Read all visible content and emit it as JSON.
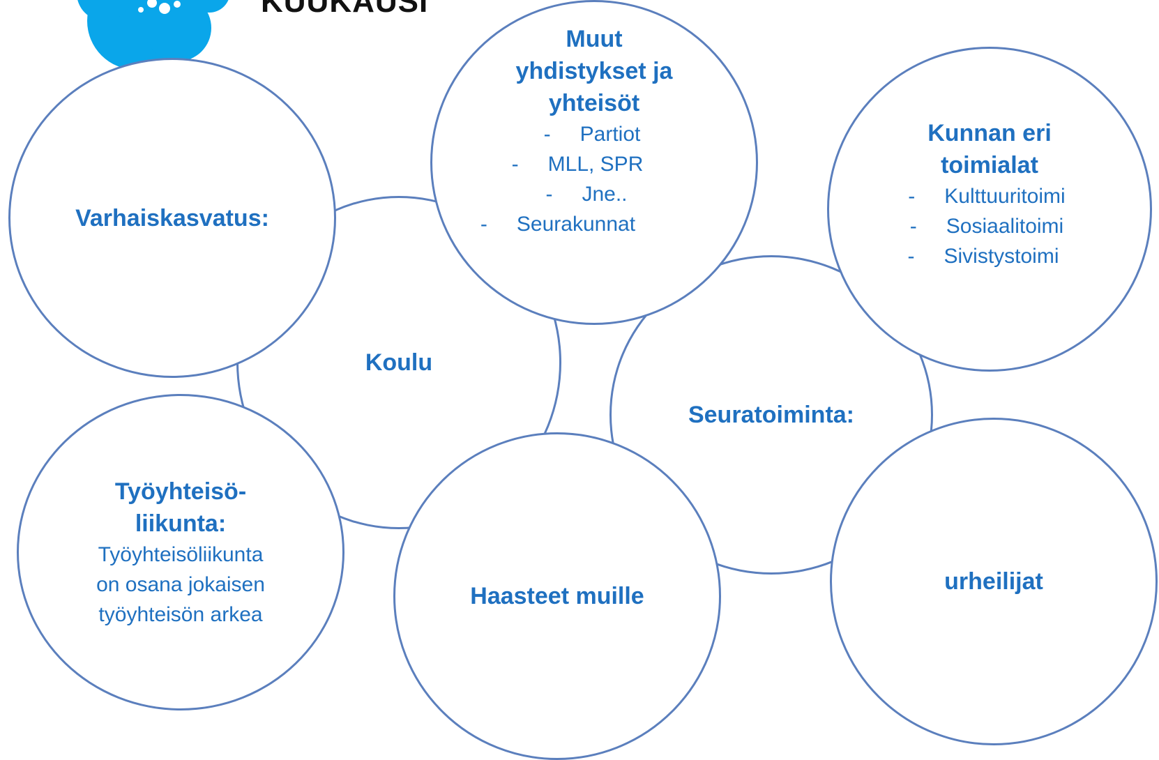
{
  "logo": {
    "text": "KUUKAUSI"
  },
  "colors": {
    "circle_border": "#5b7fbd",
    "text": "#1f70c0",
    "logo_blue": "#0aa6ea"
  },
  "circles": {
    "koulu": {
      "title": "Koulu"
    },
    "seuratoiminta": {
      "title": "Seuratoiminta:"
    },
    "varhaiskasvatus": {
      "title": "Varhaiskasvatus:"
    },
    "muut": {
      "title_line1": "Muut",
      "title_line2": "yhdistykset ja",
      "title_line3": "yhteisöt",
      "items": [
        "Partiot",
        "MLL, SPR",
        "Jne..",
        "Seurakunnat"
      ]
    },
    "kunnan": {
      "title_line1": "Kunnan eri",
      "title_line2": "toimialat",
      "items": [
        "Kulttuuritoimi",
        "Sosiaalitoimi",
        "Sivistystoimi"
      ]
    },
    "tyoyhteiso": {
      "title_line1": "Työyhteisö-",
      "title_line2": "liikunta:",
      "desc_line1": "Työyhteisöliikunta",
      "desc_line2": "on osana jokaisen",
      "desc_line3": "työyhteisön arkea"
    },
    "haasteet": {
      "title": "Haasteet muille"
    },
    "urheilijat": {
      "title": "urheilijat"
    }
  }
}
